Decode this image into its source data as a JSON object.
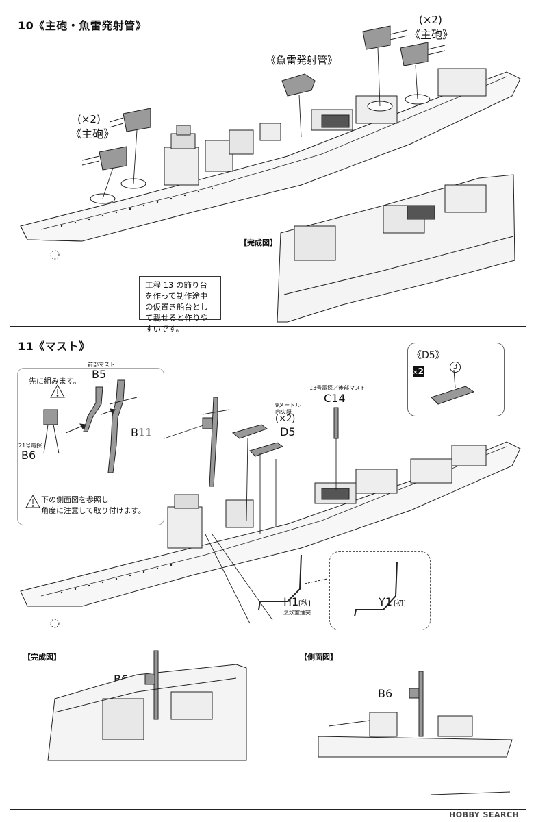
{
  "step10": {
    "title": "10《主砲・魚雷発射管》",
    "main_gun_label": "《主砲》",
    "main_gun_qty": "(×2)",
    "torpedo_label": "《魚雷発射管》",
    "completed_label": "【完成図】",
    "note": "工程 13 の飾り台を作って制作途中の仮置き船台として載せると作りやすいです。"
  },
  "step11": {
    "title": "11《マスト》",
    "pre_assemble": "先に組みます。",
    "foremast_caption": "前部マスト",
    "b5": "B5",
    "b11": "B11",
    "radar21_caption": "21号電探",
    "b6": "B6",
    "searchlight_caption": "9メートル\n内火艇",
    "qty_x2": "(×2)",
    "d5": "D5",
    "radar13_caption": "13号電探／後部マスト",
    "c14": "C14",
    "d5_detail_title": "《D5》",
    "x2_badge": "2",
    "circle_num": "3",
    "warning_text_1": "下の側面図を参照し",
    "warning_text_2": "角度に注意して取り付けます。",
    "h1": "H1",
    "h1_tag": "[秋]",
    "h1_caption": "烹炊室煙突",
    "y1": "Y1",
    "y1_tag": "[初]",
    "completed_label": "【完成図】",
    "side_view_label": "【側面図】",
    "b6_callout_a": "B6",
    "b6_callout_b": "B6"
  },
  "watermark": "HOBBY SEARCH",
  "icons": {
    "warning": "warning-triangle-icon"
  },
  "colors": {
    "line": "#222222",
    "hull_fill": "#f2f2f2",
    "part_fill": "#9a9a9a"
  }
}
